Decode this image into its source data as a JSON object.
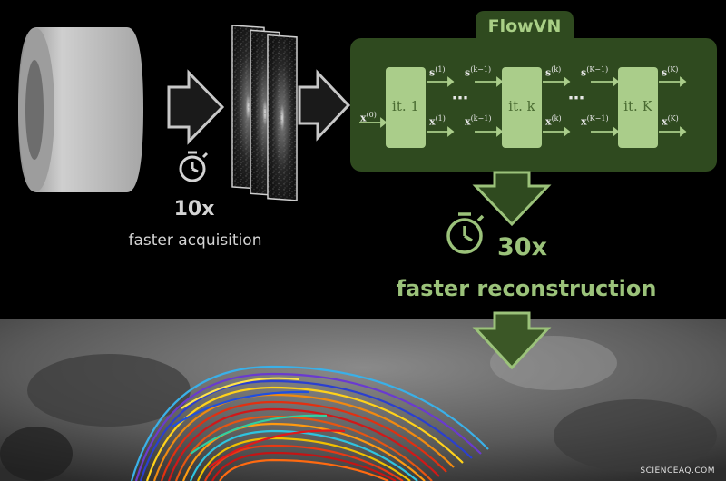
{
  "acquisition": {
    "speedup": "10x",
    "caption": "faster acquisition"
  },
  "network": {
    "title": "FlowVN",
    "iterations": [
      {
        "label": "it. 1"
      },
      {
        "label": "it. k"
      },
      {
        "label": "it. K"
      }
    ],
    "signals": {
      "in_x0": "x",
      "in_x0_sup": "(0)",
      "s1": "s",
      "s1_sup": "(1)",
      "x1": "x",
      "x1_sup": "(1)",
      "skm1_a": "s",
      "skm1_a_sup": "(k−1)",
      "xkm1_a": "x",
      "xkm1_a_sup": "(k−1)",
      "sk": "s",
      "sk_sup": "(k)",
      "xk": "x",
      "xk_sup": "(k)",
      "sKm1": "s",
      "sKm1_sup": "(K−1)",
      "xKm1": "x",
      "xKm1_sup": "(K−1)",
      "sK": "s",
      "sK_sup": "(K)",
      "xK": "x",
      "xK_sup": "(K)"
    },
    "ellipsis": "⋯"
  },
  "reconstruction": {
    "speedup": "30x",
    "caption": "faster reconstruction"
  },
  "watermark": "SCIENCEAQ.COM",
  "colors": {
    "background": "#000000",
    "network_box": "#2f4a1f",
    "iteration_block": "#aacd8a",
    "accent_green": "#9bc27a",
    "arrow_gray": "#4a4a4a"
  }
}
